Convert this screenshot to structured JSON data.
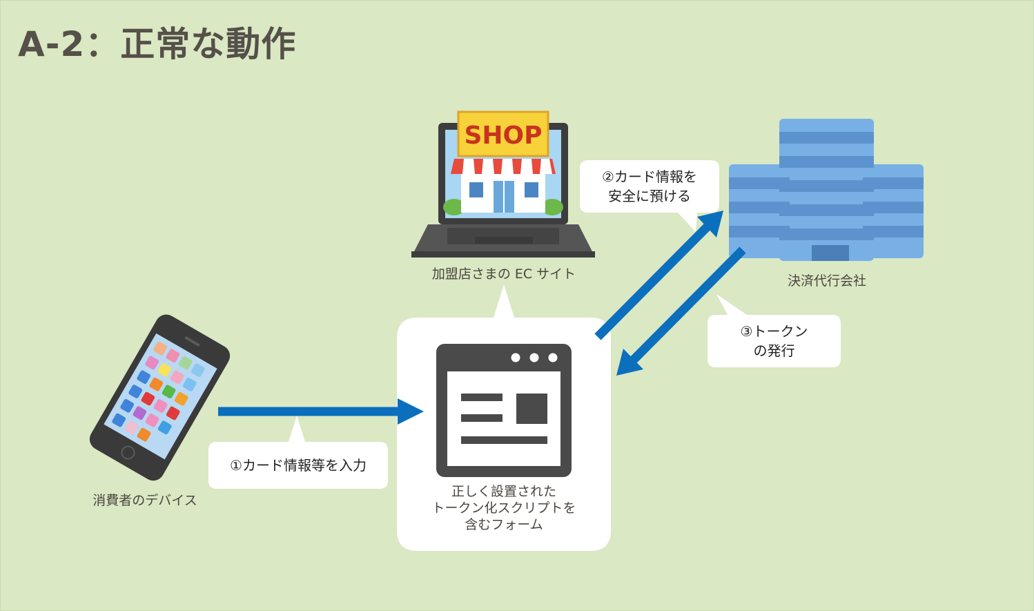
{
  "title": "A-2：正常な動作",
  "nodes": {
    "ec_site": {
      "caption": "加盟店さまの EC サイト",
      "shop_sign": "SHOP"
    },
    "payment_company": {
      "caption": "決済代行会社"
    },
    "consumer_device": {
      "caption": "消費者のデバイス"
    },
    "form": {
      "caption_lines": [
        "正しく設置された",
        "トークン化スクリプトを",
        "含むフォーム"
      ]
    }
  },
  "steps": {
    "step1": {
      "lines": [
        "①カード情報等を入力"
      ]
    },
    "step2": {
      "lines": [
        "②カード情報を",
        "安全に預ける"
      ]
    },
    "step3": {
      "lines": [
        "③トークン",
        "の発行"
      ]
    }
  },
  "colors": {
    "background": "#dae8c3",
    "arrow": "#0b6fbd",
    "window": "#4a4a4a",
    "building": "#6aa3dd"
  }
}
